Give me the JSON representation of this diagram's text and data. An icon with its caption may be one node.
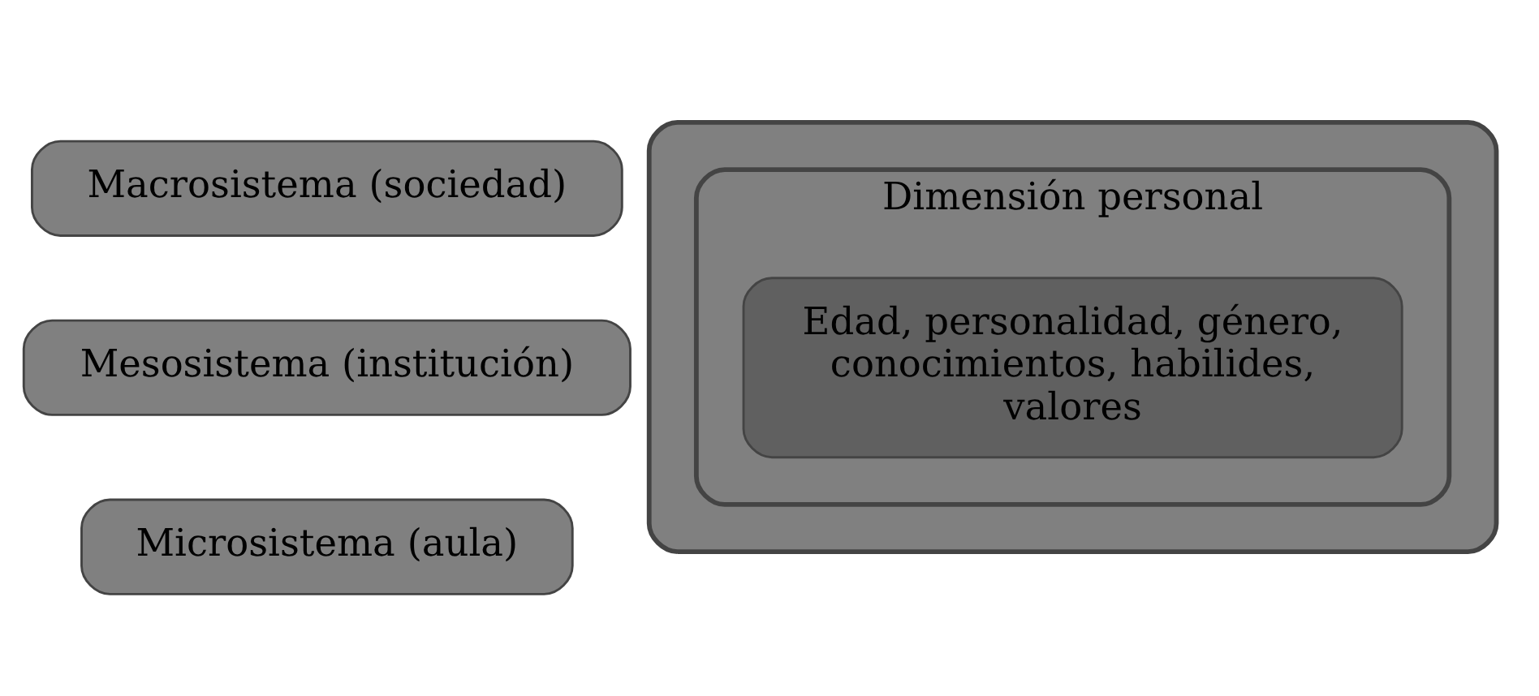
{
  "diagram": {
    "nodes": [
      {
        "text": [],
        "shape": "box"
      },
      {
        "text": [
          "Macrosistema (sociedad)"
        ]
      },
      {
        "text": [
          "Mesosistema (institución)"
        ]
      },
      {
        "text": [
          "Microsistema (aula)"
        ]
      },
      {
        "text": [
          "Dimensión personal"
        ],
        "in": 0
      },
      {
        "text": [
          "Edad, personalidad, género, conocimientos, habilides, valores"
        ],
        "in": 4
      }
    ]
  }
}
